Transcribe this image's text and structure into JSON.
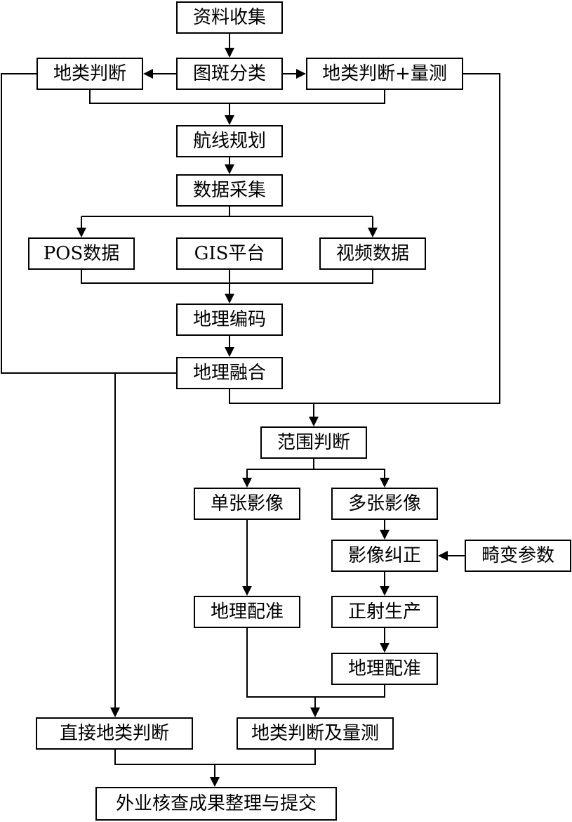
{
  "colors": {
    "stroke": "#000000",
    "background": "#ffffff",
    "text": "#000000"
  },
  "nodes": {
    "ziliao_shouji": "资料收集",
    "tuban_fenlei": "图斑分类",
    "dilei_panduan_left": "地类判断",
    "dilei_panduan_liangce_right": "地类判断+量测",
    "hangxian_guihua": "航线规划",
    "shuju_caiji": "数据采集",
    "pos_shuju": "POS数据",
    "gis_pingtai": "GIS平台",
    "shipin_shuju": "视频数据",
    "dili_bianma": "地理编码",
    "dili_ronghe": "地理融合",
    "fanwei_panduan": "范围判断",
    "danzhang_yingxiang": "单张影像",
    "duozhang_yingxiang": "多张影像",
    "yingxiang_jiuzheng": "影像纠正",
    "jibian_canshu": "畸变参数",
    "dili_peizhun_left": "地理配准",
    "zhengshe_shengchan": "正射生产",
    "dili_peizhun_right": "地理配准",
    "zhijie_dilei_panduan": "直接地类判断",
    "dilei_panduan_ji_liangce": "地类判断及量测",
    "waiye_hecha": "外业核查成果整理与提交"
  }
}
